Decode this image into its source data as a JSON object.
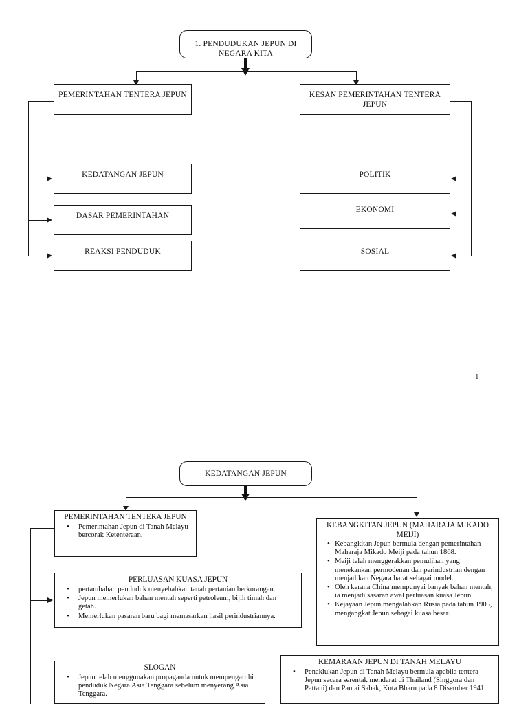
{
  "document": {
    "page_number": "1"
  },
  "section1": {
    "root": {
      "label": "1. PENDUDUKAN JEPUN DI NEGARA KITA"
    },
    "branches": [
      {
        "label": "PEMERINTAHAN TENTERA JEPUN"
      },
      {
        "label": "KESAN PEMERINTAHAN TENTERA JEPUN"
      }
    ],
    "left_children": [
      {
        "label": "KEDATANGAN JEPUN"
      },
      {
        "label": "DASAR PEMERINTAHAN"
      },
      {
        "label": "REAKSI PENDUDUK"
      }
    ],
    "right_children": [
      {
        "label": "POLITIK"
      },
      {
        "label": "EKONOMI"
      },
      {
        "label": "SOSIAL"
      }
    ]
  },
  "section2": {
    "root": {
      "label": "KEDATANGAN JEPUN"
    },
    "boxes": [
      {
        "header": "PEMERINTAHAN TENTERA JEPUN",
        "bullets": [
          "Pemerintahan Jepun di Tanah Melayu bercorak Ketenteraan."
        ]
      },
      {
        "header": "KEBANGKITAN JEPUN (MAHARAJA MIKADO MEIJI)",
        "bullets": [
          "Kebangkitan Jepun bermula dengan pemerintahan Maharaja Mikado Meiji pada tahun 1868.",
          "Meiji telah menggerakkan pemulihan yang menekankan permodenan dan perindustrian dengan menjadikan Negara barat sebagai model.",
          "Oleh kerana China mempunyai banyak bahan mentah, ia menjadi sasaran awal perluasan kuasa Jepun.",
          "Kejayaan Jepun mengalahkan Rusia pada tahun 1905, mengangkat Jepun sebagai kuasa besar."
        ]
      },
      {
        "header": "PERLUASAN KUASA JEPUN",
        "bullets": [
          "pertambahan penduduk menyebabkan tanah pertanian berkurangan.",
          "Jepun memerlukan bahan mentah seperti petroleum, bijih timah dan getah.",
          "Memerlukan pasaran baru bagi memasarkan hasil perindustriannya."
        ]
      },
      {
        "header": "SLOGAN",
        "bullets": [
          "Jepun telah menggunakan propaganda untuk mempengaruhi penduduk Negara Asia Tenggara sebelum menyerang Asia Tenggara."
        ]
      },
      {
        "header": "KEMARAAN JEPUN DI TANAH MELAYU",
        "bullets": [
          "Penaklukan Jepun di Tanah Melayu bermula apabila tentera Jepun secara serentak mendarat di Thailand (Singgora dan Pattani) dan Pantai Sabak, Kota Bharu pada 8 Disember 1941."
        ]
      }
    ]
  }
}
